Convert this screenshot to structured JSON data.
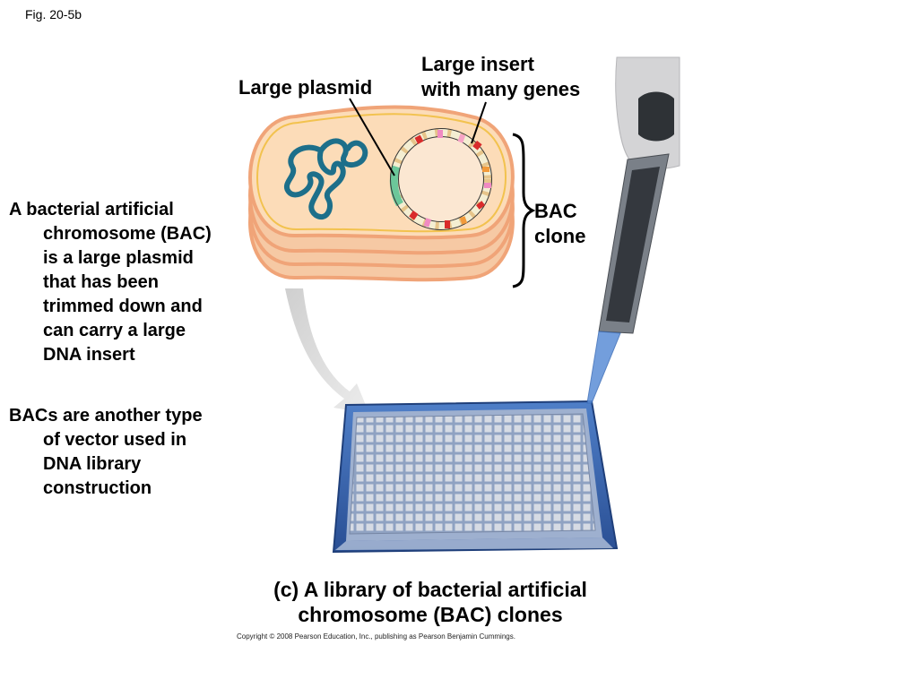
{
  "figure_label": "Fig. 20-5b",
  "labels": {
    "large_plasmid": "Large plasmid",
    "large_insert": "Large insert\nwith many genes",
    "bac_clone": "BAC\nclone"
  },
  "descriptions": {
    "bac_definition": "A bacterial artificial\nchromosome (BAC)\nis a large plasmid\nthat has been\ntrimmed down and\ncan carry a large\nDNA insert",
    "bac_vector": "BACs are another type\nof vector used in\nDNA library\nconstruction"
  },
  "caption": "(c) A library of bacterial artificial\nchromosome (BAC) clones",
  "copyright": "Copyright © 2008 Pearson Education, Inc., publishing as Pearson Benjamin Cummings.",
  "colors": {
    "cell_fill": "#fcdcb8",
    "cell_edge": "#f0a478",
    "cell_membrane": "#f2c24e",
    "chromosome": "#1d6f8a",
    "plasmid_green": "#6cc79a",
    "plate_blue": "#2f5fae",
    "pipette_tip": "#5b8ed6"
  }
}
